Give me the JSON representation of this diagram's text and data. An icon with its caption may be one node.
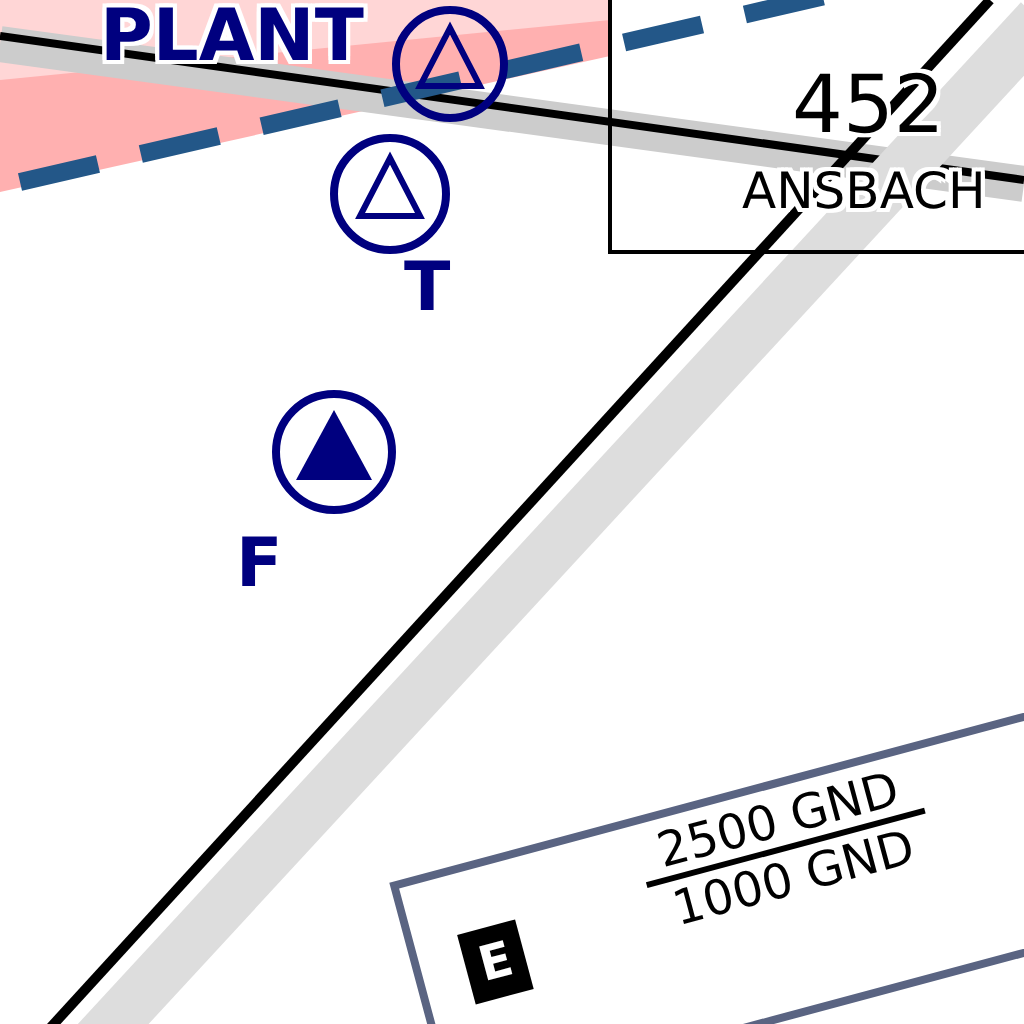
{
  "diagram": {
    "labels": [
      "PLANT",
      "T",
      "F",
      "452",
      "ANSBACH",
      "2500 GND",
      "1000 GND",
      "E"
    ]
  }
}
